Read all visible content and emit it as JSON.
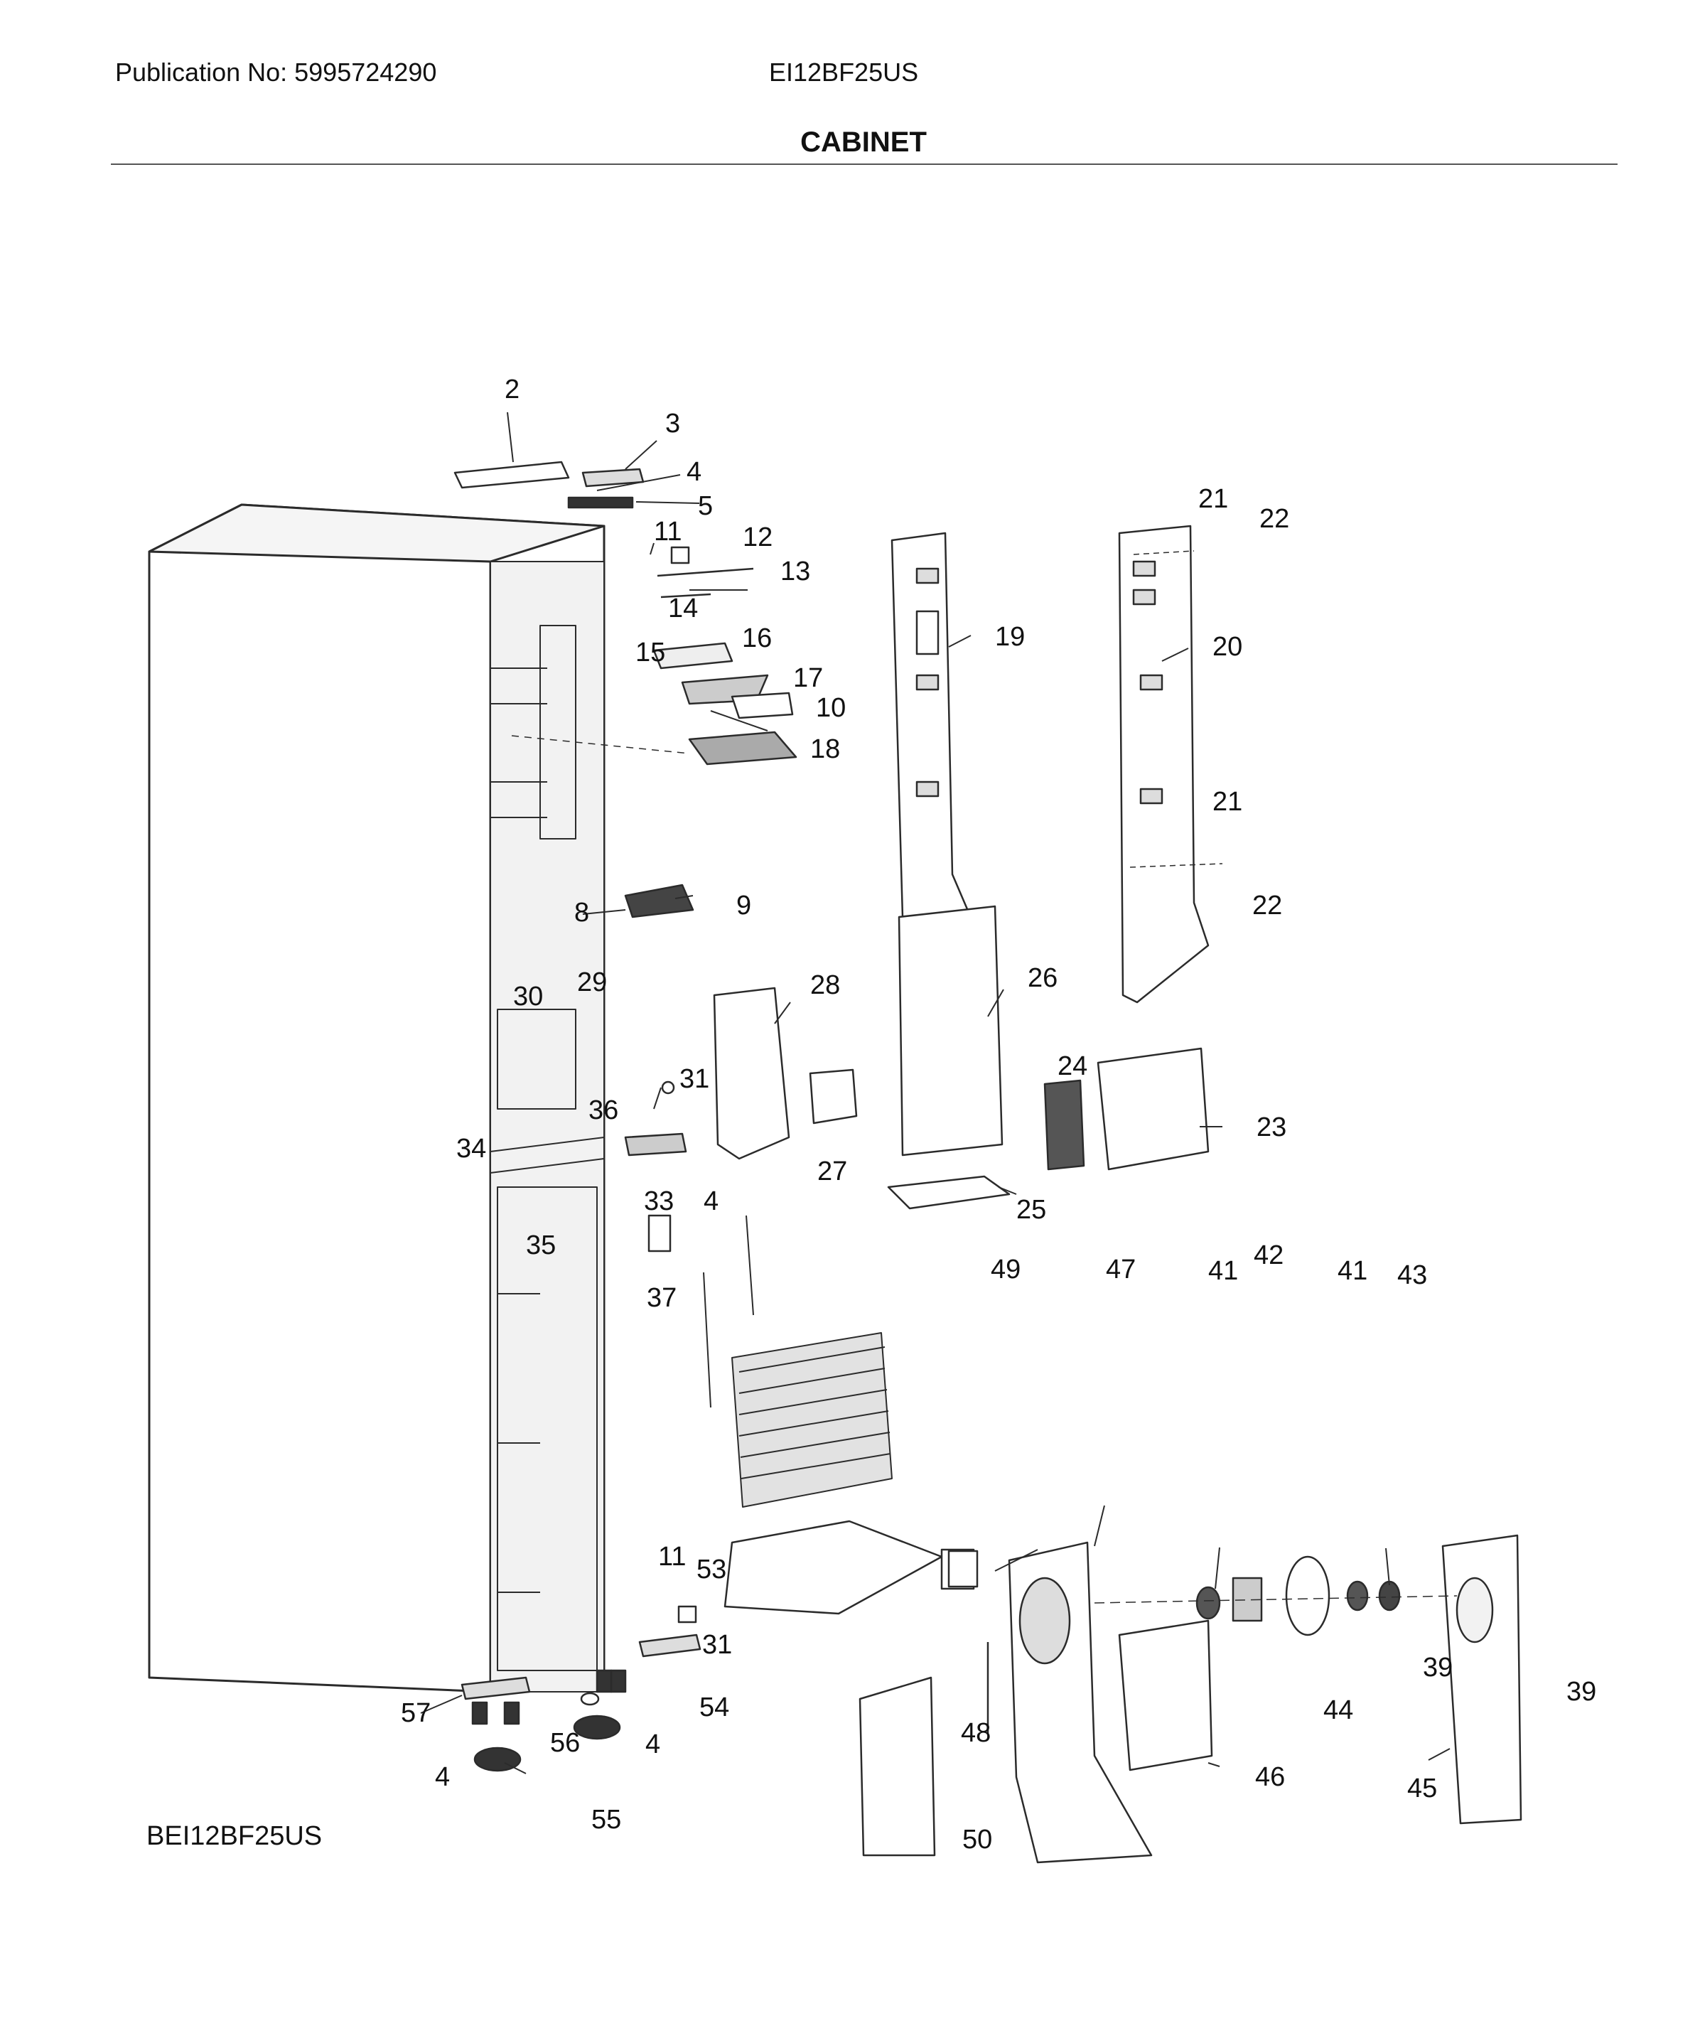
{
  "header": {
    "publication": "Publication No: 5995724290",
    "model": "EI12BF25US",
    "section": "CABINET"
  },
  "footer": {
    "diagram_code": "BEI12BF25US"
  },
  "colors": {
    "line": "#2b2b2b",
    "text": "#111111",
    "background": "#ffffff"
  },
  "callouts": [
    "2",
    "3",
    "4",
    "5",
    "11",
    "12",
    "13",
    "14",
    "15",
    "16",
    "17",
    "10",
    "18",
    "19",
    "21",
    "22",
    "20",
    "21",
    "22",
    "9",
    "8",
    "30",
    "29",
    "28",
    "26",
    "31",
    "36",
    "34",
    "35",
    "33",
    "4",
    "27",
    "25",
    "24",
    "23",
    "37",
    "49",
    "47",
    "42",
    "41",
    "41",
    "43",
    "11",
    "53",
    "31",
    "54",
    "57",
    "56",
    "4",
    "4",
    "55",
    "48",
    "50",
    "46",
    "44",
    "39",
    "39",
    "45"
  ]
}
